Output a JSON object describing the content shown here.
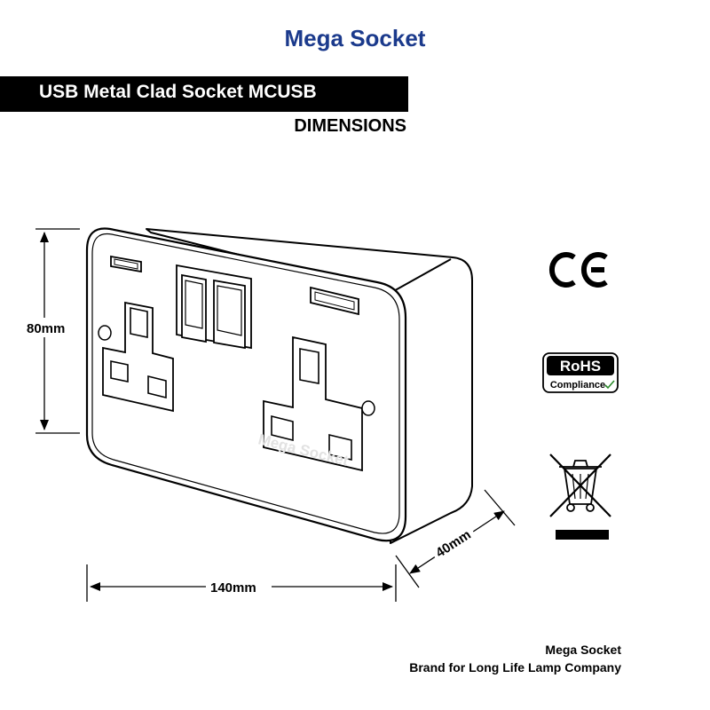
{
  "header": {
    "brand": "Mega Socket",
    "product_title": "USB Metal Clad Socket MCUSB",
    "subheading": "DIMENSIONS"
  },
  "dimensions": {
    "height": "80mm",
    "width": "140mm",
    "depth": "40mm"
  },
  "watermark": "Mega Socket",
  "certifications": {
    "ce": "CE",
    "rohs_title": "RoHS",
    "rohs_subtitle": "Compliance"
  },
  "footer": {
    "line1": "Mega Socket",
    "line2": "Brand for Long Life Lamp Company"
  },
  "colors": {
    "brand": "#1b3a8c",
    "banner": "#000000",
    "line": "#000000"
  },
  "icons": [
    "ce-mark-icon",
    "rohs-compliance-icon",
    "weee-crossed-bin-icon"
  ]
}
